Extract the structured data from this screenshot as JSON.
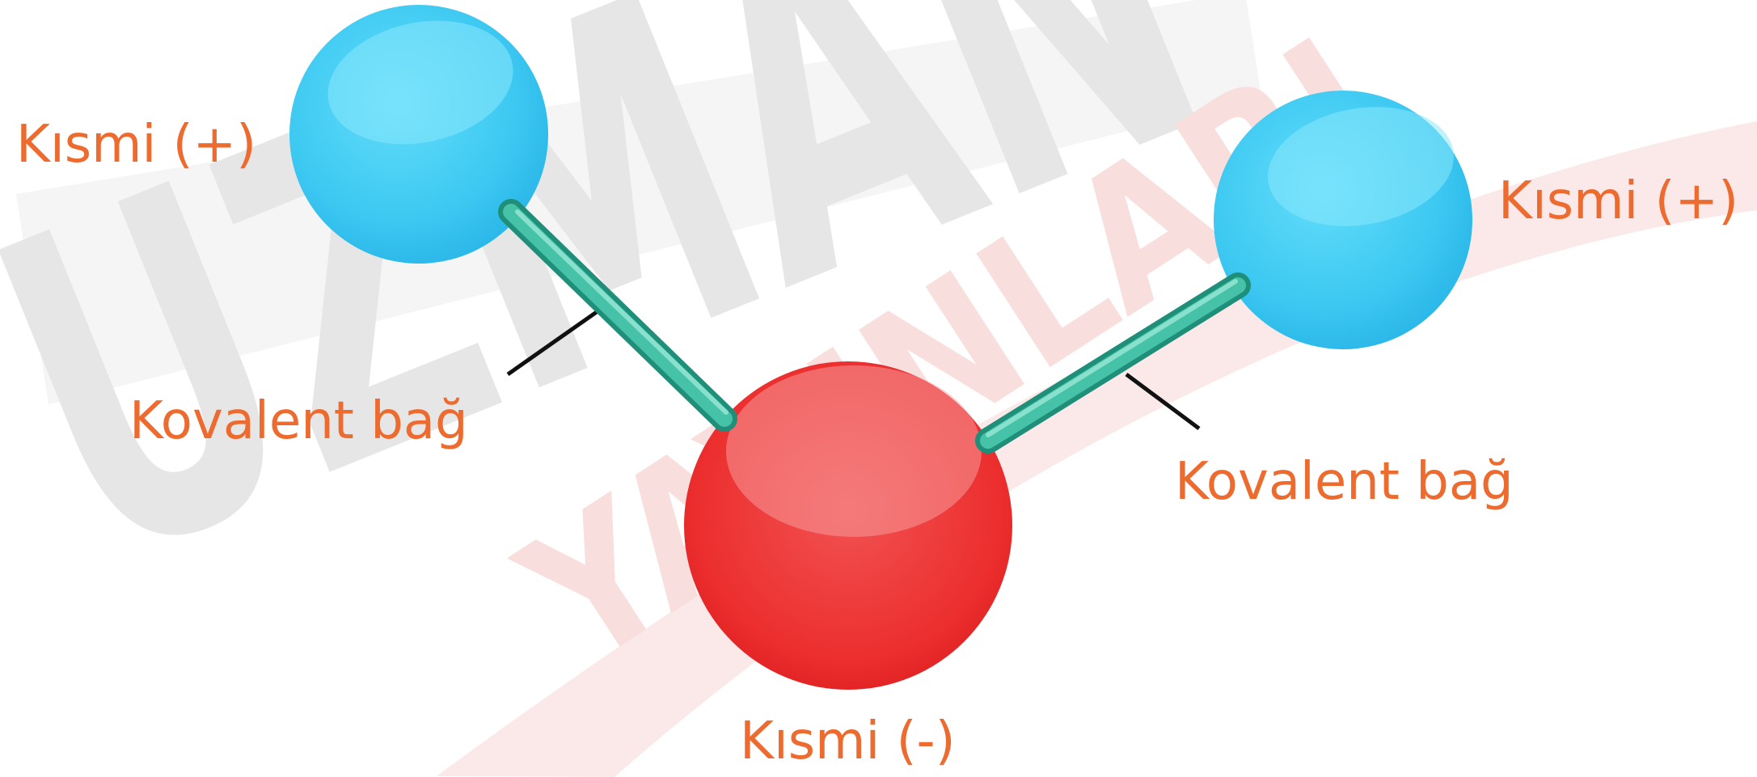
{
  "watermark": {
    "text_gray": "UZMAN",
    "text_red": "YAYINLARI"
  },
  "labels": {
    "hydrogen_left": "Kısmi (+)",
    "hydrogen_right": "Kısmi (+)",
    "oxygen": "Kısmi (-)",
    "bond_left": "Kovalent bağ",
    "bond_right": "Kovalent bağ"
  },
  "colors": {
    "label": "#ee6b2f",
    "hydrogen": "#3ec9f2",
    "oxygen": "#ec2a2a",
    "bond": "#2aa892",
    "watermark_gray": "#e6e6e6",
    "watermark_red": "#f9dede"
  }
}
